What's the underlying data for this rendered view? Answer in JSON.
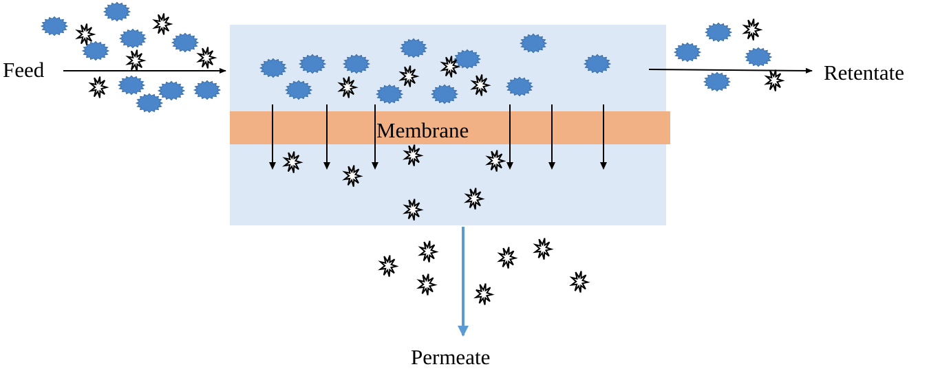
{
  "labels": {
    "feed": "Feed",
    "retentate": "Retentate",
    "membrane": "Membrane",
    "permeate": "Permeate"
  },
  "colors": {
    "chamber": "#dce8f5",
    "membrane": "#f1b185",
    "large_particle": "#4a86c9",
    "large_particle_stroke": "#3a6ea8",
    "permeate_arrow": "#5b9bd5",
    "arrow": "#000000"
  },
  "icons": {
    "large_particle": "large-particle-icon",
    "small_particle": "small-particle-icon"
  }
}
